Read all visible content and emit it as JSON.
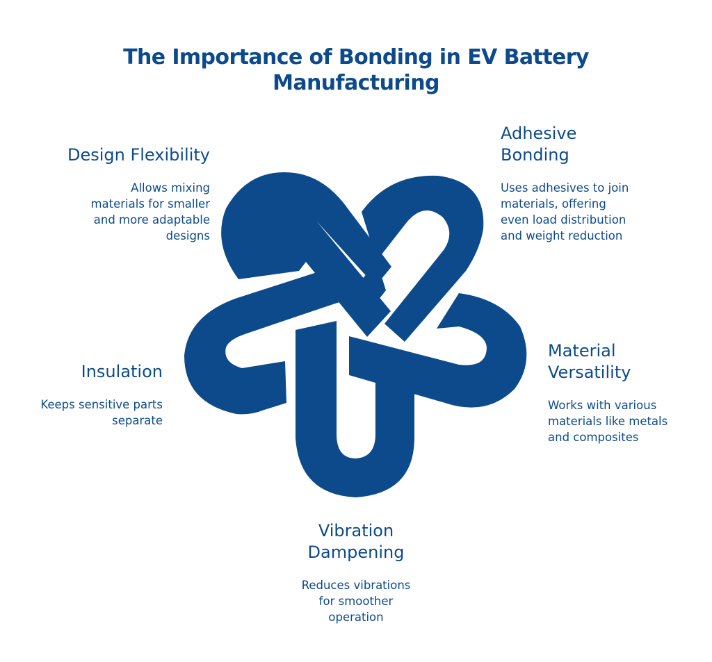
{
  "title": "The Importance of Bonding in EV Battery\nManufacturing",
  "colors": {
    "primary": "#0c4a8c",
    "background": "#ffffff"
  },
  "icon": "interlocking-three-loop-knot-icon",
  "items": [
    {
      "key": "design_flexibility",
      "heading": "Design Flexibility",
      "description": "Allows mixing\nmaterials for smaller\nand more adaptable\ndesigns"
    },
    {
      "key": "adhesive_bonding",
      "heading": "Adhesive\nBonding",
      "description": "Uses adhesives to join\nmaterials, offering\neven load distribution\nand weight reduction"
    },
    {
      "key": "insulation",
      "heading": "Insulation",
      "description": "Keeps sensitive parts\nseparate"
    },
    {
      "key": "material_versatility",
      "heading": "Material\nVersatility",
      "description": "Works with various\nmaterials like metals\nand composites"
    },
    {
      "key": "vibration_dampening",
      "heading": "Vibration\nDampening",
      "description": "Reduces vibrations\nfor smoother\noperation"
    }
  ]
}
